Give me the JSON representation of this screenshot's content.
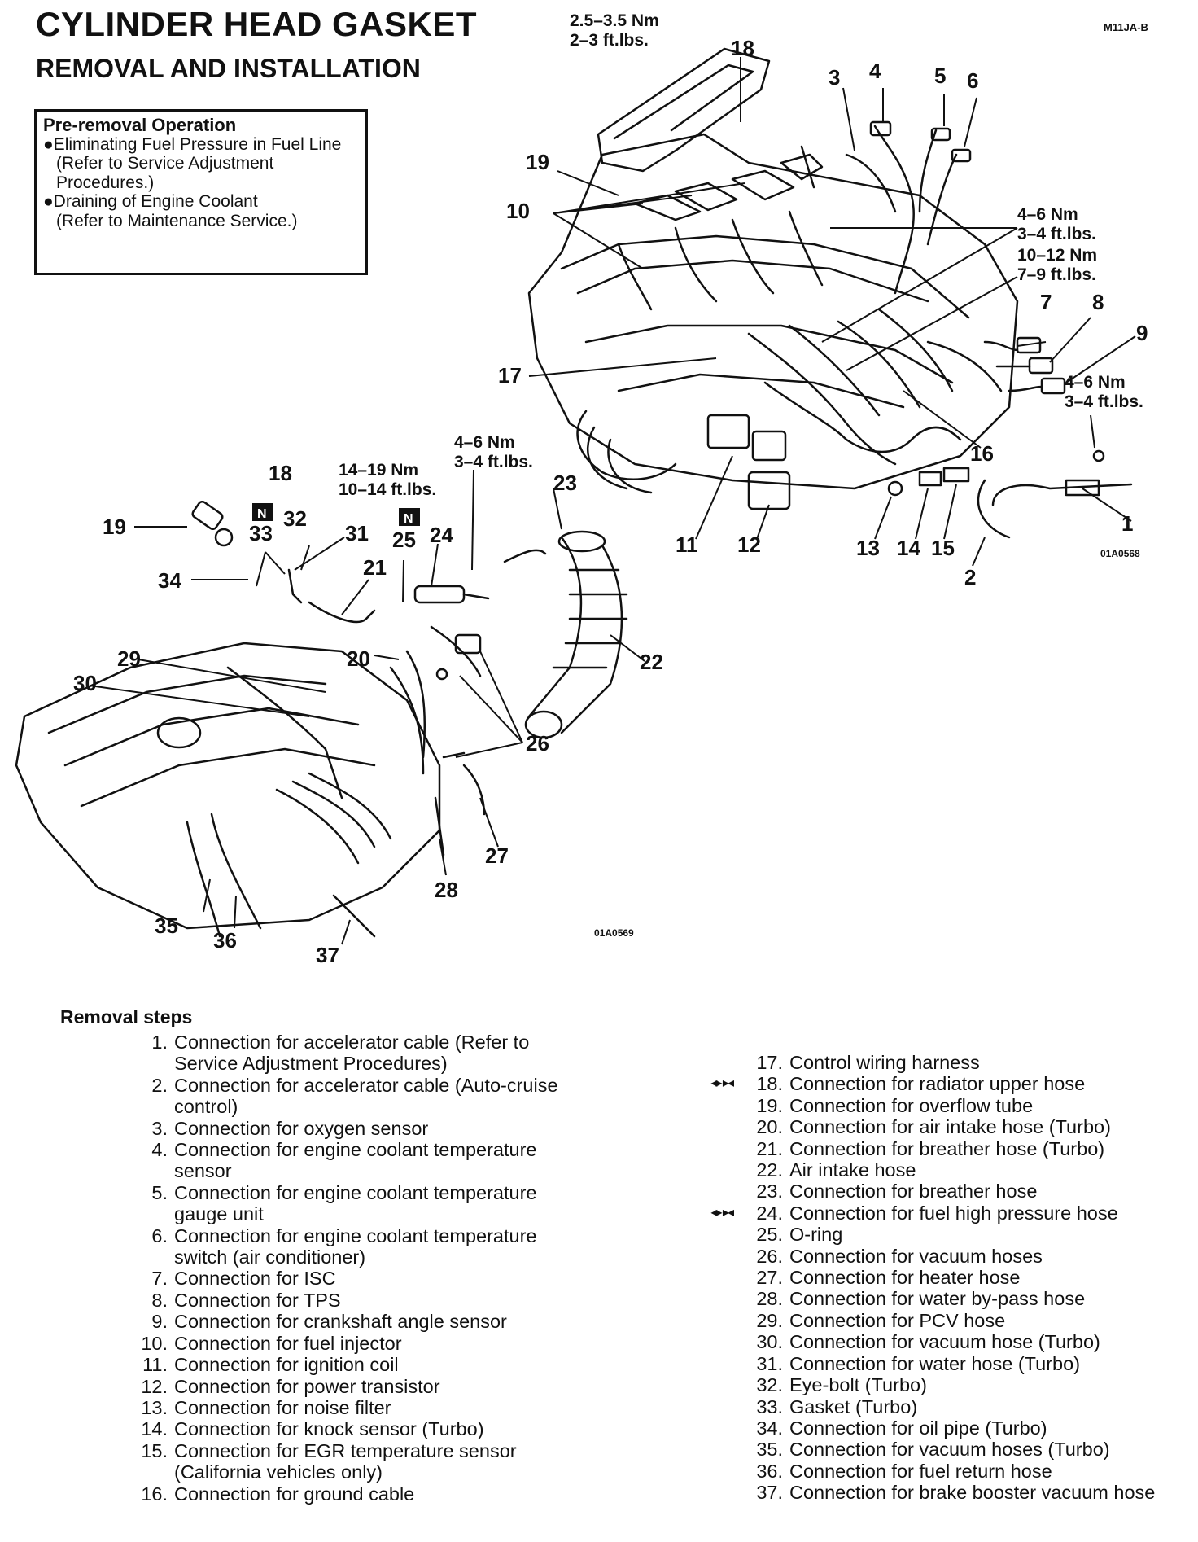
{
  "header": {
    "title": "CYLINDER HEAD GASKET",
    "subtitle": "REMOVAL AND INSTALLATION",
    "ref_code": "M11JA-B"
  },
  "pre_removal": {
    "heading": "Pre-removal Operation",
    "items": [
      {
        "text": "●Eliminating Fuel Pressure in Fuel Line",
        "note": "(Refer to Service Adjustment Procedures.)"
      },
      {
        "text": "●Draining of Engine Coolant",
        "note": "(Refer to Maintenance Service.)"
      }
    ]
  },
  "diagram_upper": {
    "figure_id": "01A0568",
    "torques": {
      "t_top": [
        "2.5–3.5 Nm",
        "2–3 ft.lbs."
      ],
      "t_right1": [
        "4–6 Nm",
        "3–4 ft.lbs."
      ],
      "t_right2": [
        "10–12 Nm",
        "7–9 ft.lbs."
      ],
      "t_right3": [
        "4–6 Nm",
        "3–4 ft.lbs."
      ]
    },
    "callouts": [
      "1",
      "2",
      "3",
      "4",
      "5",
      "6",
      "7",
      "8",
      "9",
      "10",
      "11",
      "12",
      "13",
      "14",
      "15",
      "16",
      "17",
      "18",
      "19"
    ]
  },
  "diagram_lower": {
    "figure_id": "01A0569",
    "torques": {
      "t_eyebolt": [
        "14–19 Nm",
        "10–14 ft.lbs."
      ],
      "t_fuel": [
        "4–6 Nm",
        "3–4 ft.lbs."
      ]
    },
    "new_part_mark": "N",
    "callouts": [
      "18",
      "19",
      "20",
      "21",
      "22",
      "23",
      "24",
      "25",
      "26",
      "27",
      "28",
      "29",
      "30",
      "31",
      "32",
      "33",
      "34",
      "35",
      "36",
      "37"
    ]
  },
  "removal": {
    "heading": "Removal steps",
    "steps_left": [
      {
        "n": "1.",
        "text": "Connection for accelerator cable (Refer to Service Adjustment Procedures)"
      },
      {
        "n": "2.",
        "text": "Connection for accelerator cable (Auto-cruise control)"
      },
      {
        "n": "3.",
        "text": "Connection for oxygen sensor"
      },
      {
        "n": "4.",
        "text": "Connection for engine coolant temperature sensor"
      },
      {
        "n": "5.",
        "text": "Connection for engine coolant temperature gauge unit"
      },
      {
        "n": "6.",
        "text": "Connection for engine coolant temperature switch (air conditioner)"
      },
      {
        "n": "7.",
        "text": "Connection for ISC"
      },
      {
        "n": "8.",
        "text": "Connection for TPS"
      },
      {
        "n": "9.",
        "text": "Connection for crankshaft angle sensor"
      },
      {
        "n": "10.",
        "text": "Connection for fuel injector"
      },
      {
        "n": "11.",
        "text": "Connection for ignition coil"
      },
      {
        "n": "12.",
        "text": "Connection for power transistor"
      },
      {
        "n": "13.",
        "text": "Connection for noise filter"
      },
      {
        "n": "14.",
        "text": "Connection for knock sensor (Turbo)"
      },
      {
        "n": "15.",
        "text": "Connection for EGR temperature sensor (California vehicles only)"
      },
      {
        "n": "16.",
        "text": "Connection for ground cable"
      }
    ],
    "steps_right": [
      {
        "n": "17.",
        "text": "Control wiring harness",
        "mark": ""
      },
      {
        "n": "18.",
        "text": "Connection for radiator upper hose",
        "mark": "◂▸ ▸◂"
      },
      {
        "n": "19.",
        "text": "Connection for overflow tube",
        "mark": ""
      },
      {
        "n": "20.",
        "text": "Connection for air intake hose (Turbo)",
        "mark": ""
      },
      {
        "n": "21.",
        "text": "Connection for breather hose (Turbo)",
        "mark": ""
      },
      {
        "n": "22.",
        "text": "Air intake hose",
        "mark": ""
      },
      {
        "n": "23.",
        "text": "Connection for breather hose",
        "mark": ""
      },
      {
        "n": "24.",
        "text": "Connection for fuel high pressure hose",
        "mark": "◂▸ ▸◂"
      },
      {
        "n": "25.",
        "text": "O-ring",
        "mark": ""
      },
      {
        "n": "26.",
        "text": "Connection for vacuum hoses",
        "mark": ""
      },
      {
        "n": "27.",
        "text": "Connection for heater hose",
        "mark": ""
      },
      {
        "n": "28.",
        "text": "Connection for water by-pass hose",
        "mark": ""
      },
      {
        "n": "29.",
        "text": "Connection for PCV hose",
        "mark": ""
      },
      {
        "n": "30.",
        "text": "Connection for vacuum hose (Turbo)",
        "mark": ""
      },
      {
        "n": "31.",
        "text": "Connection for water hose (Turbo)",
        "mark": ""
      },
      {
        "n": "32.",
        "text": "Eye-bolt (Turbo)",
        "mark": ""
      },
      {
        "n": "33.",
        "text": "Gasket (Turbo)",
        "mark": ""
      },
      {
        "n": "34.",
        "text": "Connection for oil pipe (Turbo)",
        "mark": ""
      },
      {
        "n": "35.",
        "text": "Connection for vacuum hoses (Turbo)",
        "mark": ""
      },
      {
        "n": "36.",
        "text": "Connection for fuel return hose",
        "mark": ""
      },
      {
        "n": "37.",
        "text": "Connection for brake booster vacuum hose",
        "mark": ""
      }
    ]
  }
}
